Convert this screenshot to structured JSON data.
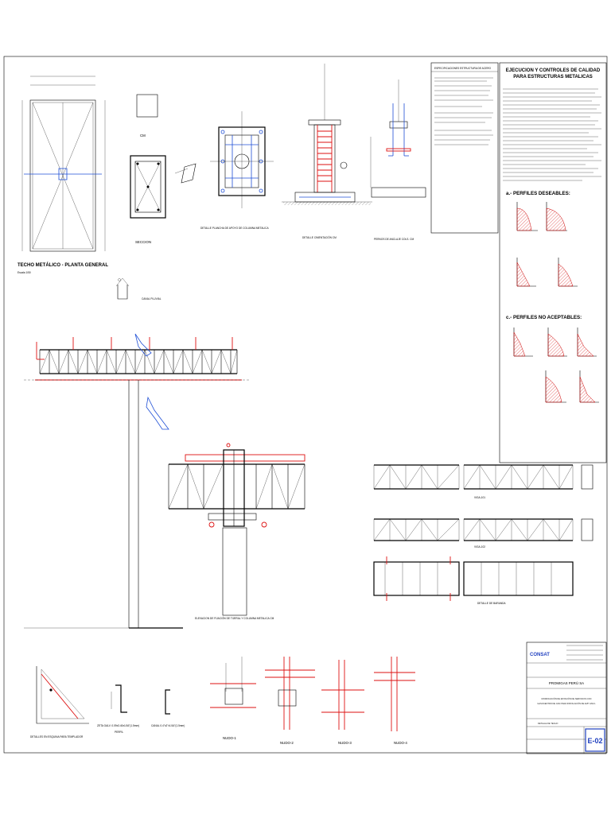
{
  "general_plan": {
    "title": "TECHO METÁLICO - PLANTA GENERAL",
    "scale": "Escala 1/50"
  },
  "details": {
    "section_label": "SECCION",
    "cm_label": "CM",
    "base_plate_title": "DETALLE PLANCHA DE APOYO DE COLUMNA METALICA",
    "foundation_title": "DETALLE CIMENTACIÓN CM",
    "anchor_bolts_title": "PERNOS DE ANCLAJE COLS. CM",
    "gutter_title": "CANAL PLUVIAL",
    "elevation_title": "ELEVACION DE FIJACIÓN DE TIJERAL Y COLUMNA METALICA CM",
    "corner_title": "DETALLES EN ESQUINA PARA TEMPLADOR",
    "zeta_label": "ZETA GALV. 0.09x3.40x1/16\"(1.5mm)",
    "perfil_label": "PERFIL",
    "canal_label": "CANAL 0.4\"x2\"x1/16\"(1.5mm)",
    "viga101": "VIGA-101",
    "viga102": "VIGA-102",
    "baranda": "DETALLE DE BARANDA",
    "nodes": [
      "NUDO-1",
      "NUDO-2",
      "NUDO-3",
      "NUDO-4"
    ]
  },
  "specs": {
    "header": "ESPECIFICACIONES ESTRUCTURA DE ACERO"
  },
  "quality": {
    "title_line1": "EJECUCION Y CONTROLES DE CALIDAD",
    "title_line2": "PARA ESTRUCTURAS METALICAS",
    "desirable": "a.- PERFILES DESEABLES:",
    "not_acceptable": "c.- PERFILES NO ACEPTABLES:"
  },
  "title_block": {
    "logo": "CONSAT",
    "company": "PROMIGAS PERÚ SA",
    "project_line1": "MODIFICACIÓN DE ESTACIÓN DE SERVICIOS CON",
    "project_line2": "GASOCENTRO DE GNC PARA INSTALACIÓN DE EVP GNV-L",
    "drawing": "DETALLE DE TECHO",
    "sheet": "E-02"
  },
  "colors": {
    "steel_blue": "#1f4fd6",
    "weld_red": "#d11111",
    "sheet_code_blue": "#1f3fbf"
  }
}
